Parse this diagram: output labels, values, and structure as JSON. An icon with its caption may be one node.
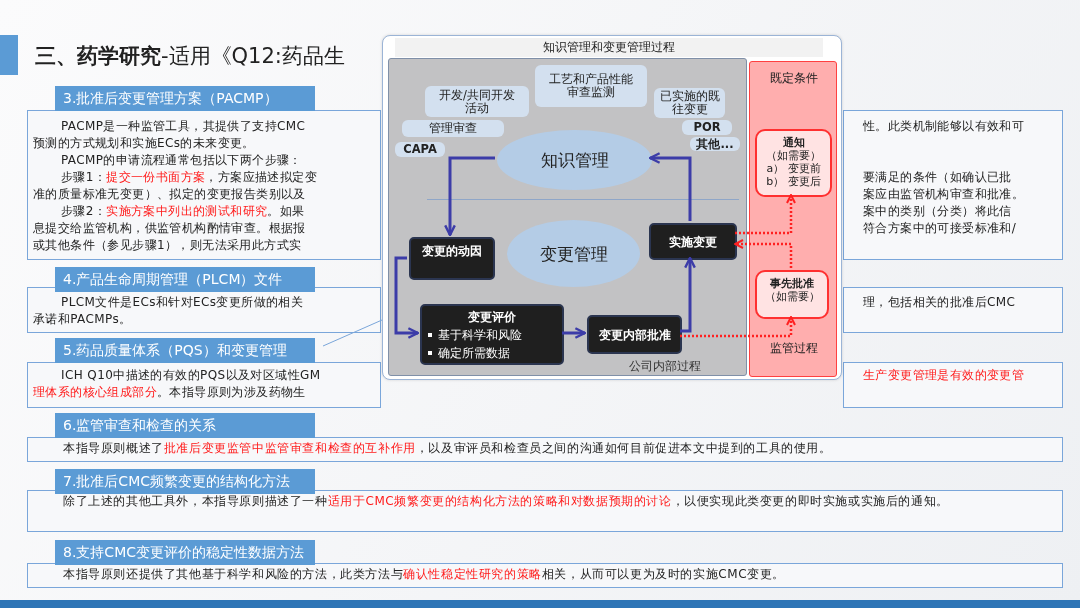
{
  "diagram": {
    "title": "**三、药学研究**-适用《Q12:药品生",
    "nodes": [
      {
        "text": [
          "3.批准后变更管理方案（PACMP）",
          "PACMP是一种监管工具，其提供了支持CMC",
          "预测的方式规划和实施ECs的未来变更。",
          "PACMP的申请流程通常包括以下两个步骤：",
          "步骤1：**提交一份书面方案**，方案应描述拟定变",
          "准的质量标准无变更）、拟定的变更报告类别以及",
          "步骤2：**实施方案中列出的测试和研究**。如果",
          "息提交给监管机构，供监管机构酌情审查。根据报",
          "或其他条件（参见步骤1），则无法采用此方式实"
        ]
      },
      {
        "text": [
          "4.产品生命周期管理（PLCM）文件",
          "PLCM文件是ECs和针对ECs变更所做的相关",
          "承诺和PACMPs。"
        ]
      },
      {
        "text": [
          "5.药品质量体系（PQS）和变更管理",
          "ICH Q10中描述的有效的PQS以及对区域性GM",
          "**理体系的核心组成部分**。本指导原则为涉及药物生"
        ]
      },
      {
        "text": [
          "6.监管审查和检查的关系",
          "本指导原则概述了**批准后变更监管中监管审查和检查的互补作用**，以及审评员和检查员之间的沟通如何目前促进本文中提到的工具的使用。"
        ]
      },
      {
        "text": [
          "7.批准后CMC频繁变更的结构化方法",
          "除了上述的其他工具外，本指导原则描述了一种**适用于CMC频繁变更的结构化方法的策略和对数据预期的讨论**，以便实现此类变更的即时实施或实施后的通知。"
        ]
      },
      {
        "text": [
          "8.支持CMC变更评价的稳定性数据方法",
          "本指导原则还提供了其他基于科学和风险的方法，此类方法与**确认性稳定性研究的策略**相关，从而可以更为及时的实施CMC变更。"
        ]
      },
      {
        "text": [
          "知识管理和变更管理过程"
        ]
      },
      {
        "text": [
          "公司内部过程"
        ],
        "in": 6
      },
      {
        "text": [
          "开发/共同开发活动"
        ],
        "in": 7
      },
      {
        "text": [
          "工艺和产品性能审查监测"
        ],
        "in": 7
      },
      {
        "text": [
          "已实施的既往变更"
        ],
        "in": 7
      },
      {
        "text": [
          "管理审查"
        ],
        "in": 7
      },
      {
        "text": [
          "POR"
        ],
        "in": 7
      },
      {
        "text": [
          "CAPA"
        ],
        "in": 7
      },
      {
        "text": [
          "其他..."
        ],
        "in": 7
      },
      {
        "text": [
          "知识管理"
        ],
        "in": 7
      },
      {
        "text": [
          "变更管理"
        ],
        "in": 7
      },
      {
        "text": [
          "变更的动因"
        ],
        "in": 7
      },
      {
        "text": [
          "实施变更"
        ],
        "in": 7
      },
      {
        "text": [
          "变更评价",
          "基于科学和风险",
          "确定所需数据"
        ],
        "in": 7
      },
      {
        "text": [
          "变更内部批准"
        ],
        "in": 7
      },
      {
        "text": [
          "既定条件",
          "监管过程"
        ],
        "in": 6
      },
      {
        "text": [
          "通知",
          "（如需要）",
          "a） 变更前",
          "b） 变更后"
        ],
        "in": 21
      },
      {
        "text": [
          "事先批准",
          "（如需要）"
        ],
        "in": 21
      },
      {
        "text": [
          "性。此类机制能够以有效和可",
          "要满足的条件（如确认已批",
          "案应由监管机构审查和批准。",
          "案中的类别（分类）将此信",
          "符合方案中的可接受标准和/"
        ]
      },
      {
        "text": [
          "理，包括相关的批准后CMC"
        ]
      },
      {
        "text": [
          "**生产变更管理是有效的变更管**"
        ]
      }
    ],
    "edges": [
      {
        "from": 15,
        "to": 17,
        "arrow": "to"
      },
      {
        "from": 17,
        "to": 19,
        "arrow": "to"
      },
      {
        "from": 19,
        "to": 20,
        "arrow": "to"
      },
      {
        "from": 20,
        "to": 18,
        "arrow": "to"
      },
      {
        "from": 18,
        "to": 15,
        "arrow": "to"
      },
      {
        "from": 20,
        "to": 23,
        "arrow": "to",
        "style": "dashed",
        "color": "#ff2020"
      },
      {
        "from": 23,
        "to": 18,
        "arrow": "to",
        "style": "dashed",
        "color": "#ff2020"
      },
      {
        "from": 18,
        "to": 22,
        "arrow": "to",
        "style": "dashed",
        "color": "#ff2020"
      },
      {
        "from": 6,
        "to": 2,
        "arrow": "none",
        "color": "#7aa6da"
      }
    ]
  }
}
